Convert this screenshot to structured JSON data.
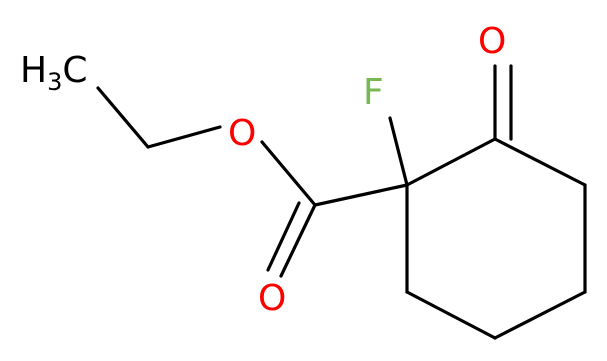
{
  "molecule": {
    "atoms": {
      "methyl": {
        "main": "H",
        "subscript": "3",
        "tail": "C",
        "color": "#000000"
      },
      "ester_o": {
        "text": "O",
        "color": "#ff0000"
      },
      "carbonyl_o": {
        "text": "O",
        "color": "#ff0000"
      },
      "ketone_o": {
        "text": "O",
        "color": "#ff0000"
      },
      "fluorine": {
        "text": "F",
        "color": "#76b852"
      }
    },
    "bond_color": "#000000"
  }
}
